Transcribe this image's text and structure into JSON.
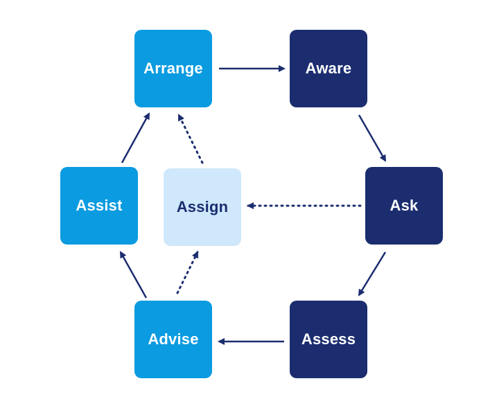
{
  "nodes": {
    "arrange": "Arrange",
    "aware": "Aware",
    "ask": "Ask",
    "assess": "Assess",
    "advise": "Advise",
    "assist": "Assist",
    "assign": "Assign"
  },
  "colors": {
    "light_blue": "#0a9be0",
    "dark_navy": "#1b2d6f",
    "pale_blue": "#cfe8fb",
    "arrow": "#1b2d6f"
  },
  "connections": [
    {
      "from": "arrange",
      "to": "aware",
      "style": "solid"
    },
    {
      "from": "aware",
      "to": "ask",
      "style": "solid"
    },
    {
      "from": "ask",
      "to": "assess",
      "style": "solid"
    },
    {
      "from": "assess",
      "to": "advise",
      "style": "solid"
    },
    {
      "from": "advise",
      "to": "assist",
      "style": "solid"
    },
    {
      "from": "assist",
      "to": "arrange",
      "style": "solid"
    },
    {
      "from": "ask",
      "to": "assign",
      "style": "dotted"
    },
    {
      "from": "advise",
      "to": "assign",
      "style": "dotted"
    },
    {
      "from": "assign",
      "to": "arrange",
      "style": "dotted"
    }
  ]
}
